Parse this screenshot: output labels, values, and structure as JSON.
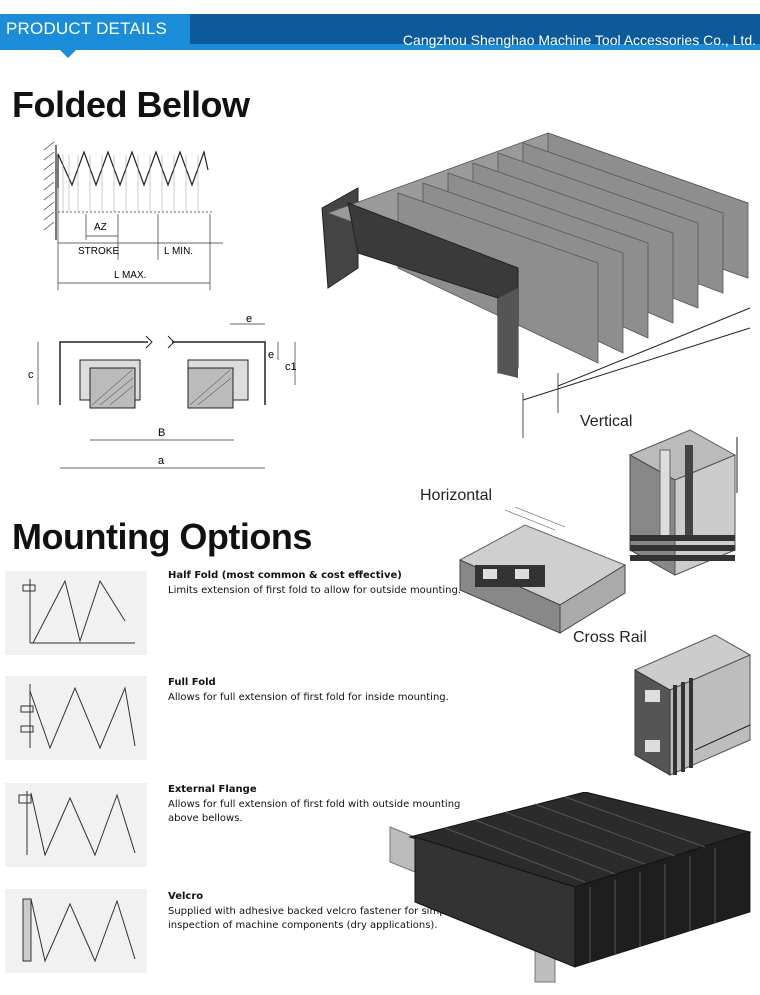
{
  "header": {
    "tab_label": "PRODUCT DETAILS",
    "company": "Cangzhou Shenghao Machine Tool Accessories Co., Ltd.",
    "colors": {
      "tab": "#1a8cd8",
      "bar": "#0d5a9a"
    }
  },
  "folded_bellow": {
    "title": "Folded Bellow",
    "diagram1_labels": {
      "az": "AZ",
      "stroke": "STROKE",
      "lmin": "L MIN.",
      "lmax": "L MAX."
    },
    "diagram2_labels": {
      "e_top": "e",
      "e_side": "e",
      "c": "c",
      "c1": "c1",
      "b": "B",
      "a": "a"
    }
  },
  "orientation_labels": {
    "vertical": "Vertical",
    "horizontal": "Horizontal",
    "cross_rail": "Cross Rail"
  },
  "mounting": {
    "title": "Mounting Options",
    "options": [
      {
        "title": "Half Fold (most common & cost effective)",
        "desc": "Limits extension of first fold to allow for outside mounting."
      },
      {
        "title": "Full Fold",
        "desc": "Allows for full extension of first fold for inside mounting."
      },
      {
        "title": "External Flange",
        "desc": "Allows for full extension of first fold with outside mounting above bellows."
      },
      {
        "title": "Velcro",
        "desc": "Supplied with adhesive backed velcro fastener for simple & quick inspection of machine components (dry applications)."
      }
    ]
  }
}
